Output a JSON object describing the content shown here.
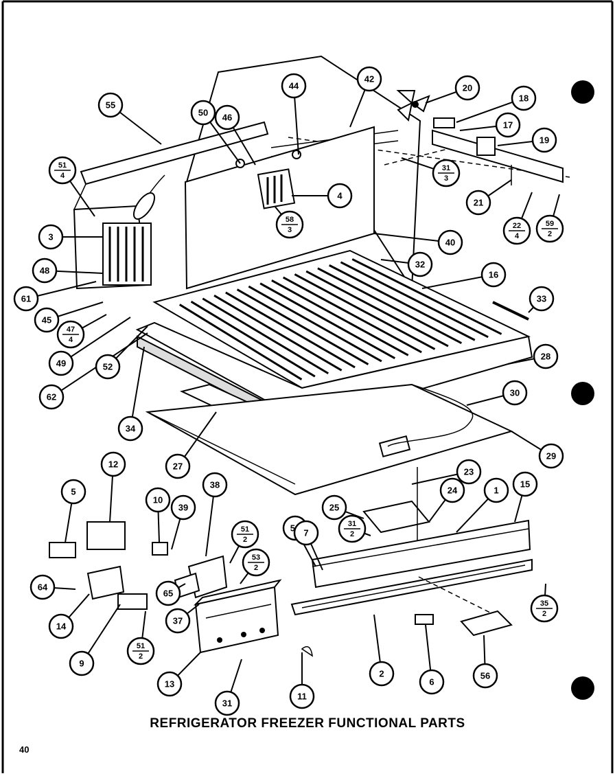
{
  "title": "REFRIGERATOR FREEZER FUNCTIONAL PARTS",
  "page_number": "40",
  "callouts": [
    {
      "label": "55"
    },
    {
      "label": "50"
    },
    {
      "label": "46"
    },
    {
      "label": "44"
    },
    {
      "label": "42"
    },
    {
      "label": "20"
    },
    {
      "label": "18"
    },
    {
      "label": "17"
    },
    {
      "label": "19"
    },
    {
      "label": "31",
      "sub": "3"
    },
    {
      "label": "21"
    },
    {
      "label": "22",
      "sub": "4"
    },
    {
      "label": "59",
      "sub": "2"
    },
    {
      "label": "51",
      "sub": "4"
    },
    {
      "label": "4"
    },
    {
      "label": "58",
      "sub": "3"
    },
    {
      "label": "3"
    },
    {
      "label": "40"
    },
    {
      "label": "48"
    },
    {
      "label": "32"
    },
    {
      "label": "61"
    },
    {
      "label": "16"
    },
    {
      "label": "45"
    },
    {
      "label": "33"
    },
    {
      "label": "47",
      "sub": "4"
    },
    {
      "label": "49"
    },
    {
      "label": "28"
    },
    {
      "label": "52"
    },
    {
      "label": "62"
    },
    {
      "label": "30"
    },
    {
      "label": "34"
    },
    {
      "label": "27"
    },
    {
      "label": "29"
    },
    {
      "label": "12"
    },
    {
      "label": "5"
    },
    {
      "label": "23"
    },
    {
      "label": "38"
    },
    {
      "label": "10"
    },
    {
      "label": "39"
    },
    {
      "label": "25"
    },
    {
      "label": "24"
    },
    {
      "label": "1"
    },
    {
      "label": "15"
    },
    {
      "label": "51",
      "sub": "2"
    },
    {
      "label": "54"
    },
    {
      "label": "7"
    },
    {
      "label": "31",
      "sub": "2"
    },
    {
      "label": "53",
      "sub": "2"
    },
    {
      "label": "64"
    },
    {
      "label": "65"
    },
    {
      "label": "14"
    },
    {
      "label": "37"
    },
    {
      "label": "35",
      "sub": "2"
    },
    {
      "label": "51",
      "sub": "2"
    },
    {
      "label": "9"
    },
    {
      "label": "2"
    },
    {
      "label": "6"
    },
    {
      "label": "56"
    },
    {
      "label": "13"
    },
    {
      "label": "11"
    },
    {
      "label": "31"
    }
  ]
}
